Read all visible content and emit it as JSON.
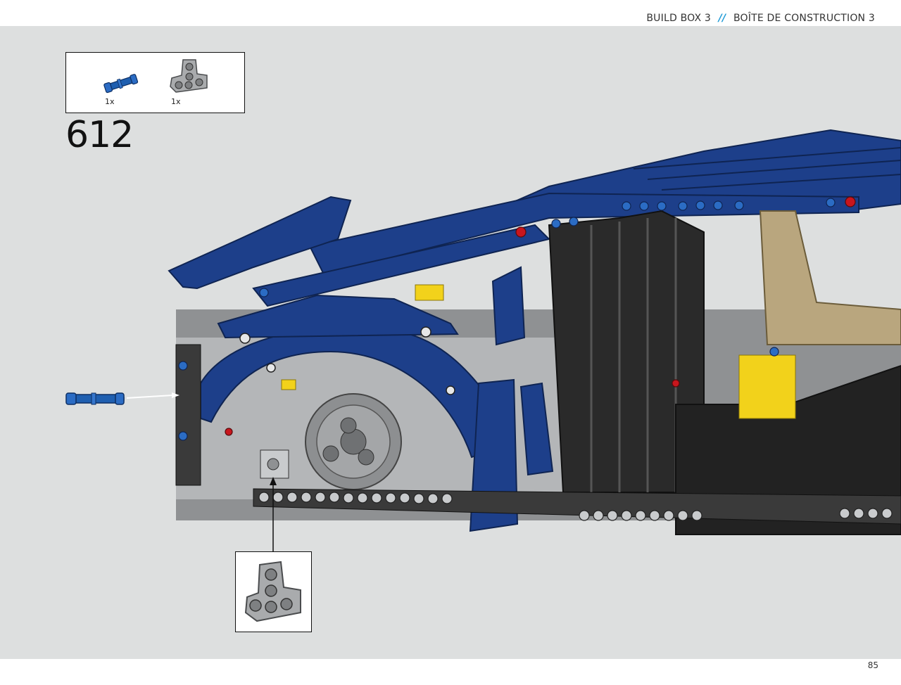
{
  "header": {
    "build_box": "BUILD BOX 3",
    "separator": "//",
    "build_box_fr": "BOÎTE DE CONSTRUCTION 3"
  },
  "parts_list": [
    {
      "name": "blue-axle-pin",
      "quantity": "1x",
      "color": "#1f5fb0"
    },
    {
      "name": "light-gray-t-beam",
      "quantity": "1x",
      "color": "#a9abad"
    }
  ],
  "step": {
    "number": "612"
  },
  "callout": {
    "part": "light-gray-t-beam"
  },
  "page": {
    "number": "85"
  },
  "colors": {
    "background": "#dddfdf",
    "body_blue": "#1d3f8a",
    "body_blue_dark": "#142d66",
    "black_panel": "#2a2a2a",
    "light_gray": "#c9cbcd",
    "tan": "#b9a67e",
    "yellow": "#f2d21b",
    "red": "#c8161d",
    "accent": "#1d9ad6"
  }
}
